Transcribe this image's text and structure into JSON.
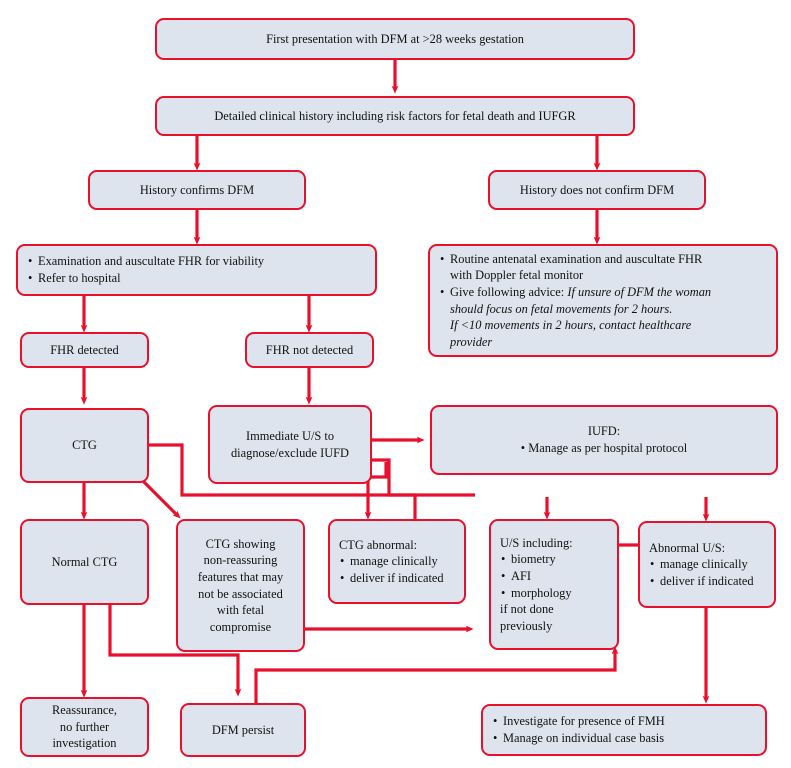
{
  "diagram": {
    "title": "Decreased fetal movements (DFM) clinical management pathway",
    "type": "flowchart",
    "colors": {
      "node_fill": "#dee4ed",
      "node_border": "#e8112d",
      "connector": "#e8112d",
      "text": "#111111",
      "background": "#ffffff"
    }
  },
  "nodes": {
    "first_presentation": {
      "text": "First presentation with DFM at >28 weeks gestation"
    },
    "detailed_history": {
      "text": "Detailed clinical history including risk factors for fetal death and IUFGR"
    },
    "history_confirms": {
      "text": "History confirms DFM"
    },
    "history_not_confirm": {
      "text": "History does not confirm DFM"
    },
    "exam_auscultate": {
      "bullet1": "Examination and auscultate FHR for viability",
      "bullet2": "Refer to hospital"
    },
    "routine_antenatal": {
      "bullet1_a": "Routine antenatal examination and auscultate FHR",
      "bullet1_b": "with Doppler fetal monitor",
      "bullet2_lead": "Give following advice: ",
      "bullet2_italic_a": "If unsure of DFM the woman",
      "bullet2_italic_b": "should focus on fetal movements for 2 hours.",
      "bullet2_italic_c": "If <10 movements in 2 hours, contact healthcare",
      "bullet2_italic_d": "provider"
    },
    "fhr_detected": {
      "text": "FHR detected"
    },
    "fhr_not_detected": {
      "text": "FHR not detected"
    },
    "ctg": {
      "text": "CTG"
    },
    "immediate_us": {
      "line1": "Immediate U/S to",
      "line2": "diagnose/exclude IUFD"
    },
    "iufd": {
      "heading": "IUFD:",
      "bullet1": "Manage as per hospital protocol"
    },
    "normal_ctg": {
      "text": "Normal CTG"
    },
    "ctg_non_reassuring": {
      "line1": "CTG showing",
      "line2": "non-reassuring",
      "line3": "features that may",
      "line4": "not be associated",
      "line5": "with fetal",
      "line6": "compromise"
    },
    "ctg_abnormal": {
      "heading": "CTG abnormal:",
      "bullet1": "manage clinically",
      "bullet2": "deliver if indicated"
    },
    "us_including": {
      "heading": "U/S including:",
      "bullet1": "biometry",
      "bullet2": "AFI",
      "bullet3": "morphology",
      "tail1": "if not done",
      "tail2": "previously"
    },
    "abnormal_us": {
      "heading": "Abnormal U/S:",
      "bullet1": "manage clinically",
      "bullet2": "deliver if indicated"
    },
    "reassurance": {
      "line1": "Reassurance,",
      "line2": "no further",
      "line3": "investigation"
    },
    "dfm_persist": {
      "text": "DFM persist"
    },
    "investigate_fmh": {
      "bullet1": "Investigate for presence of FMH",
      "bullet2": "Manage on individual case basis"
    }
  }
}
